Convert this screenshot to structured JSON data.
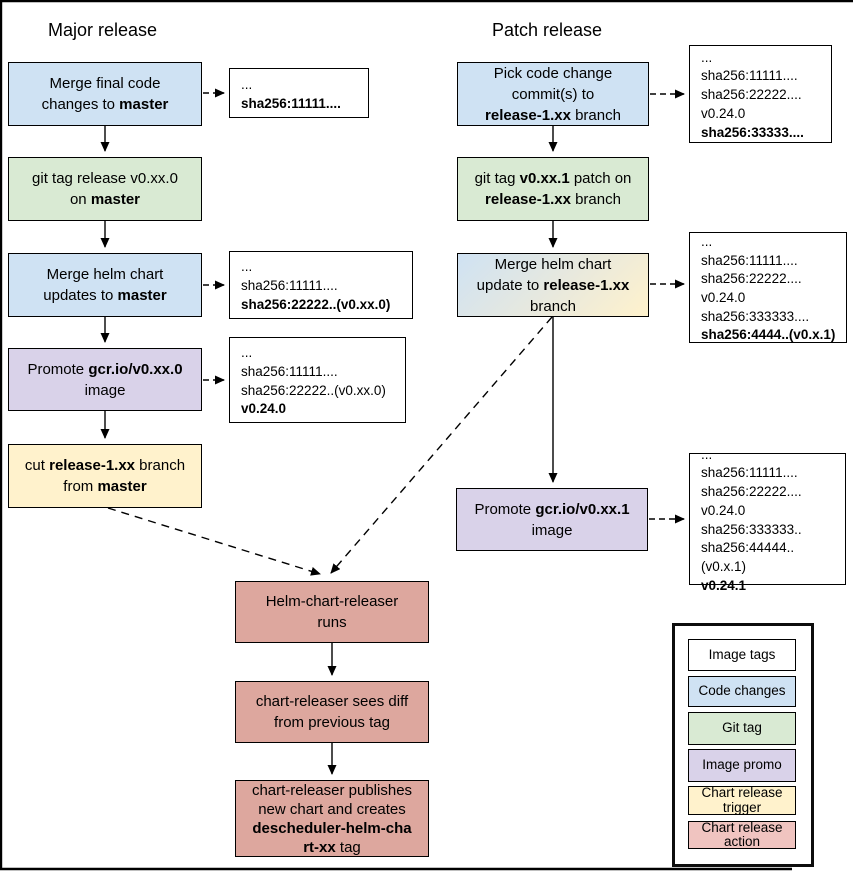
{
  "colors": {
    "blue": "#cfe2f3",
    "green": "#d9ead3",
    "purple": "#d9d2e9",
    "yellow": "#fff2cc",
    "salmon": "#dda79e",
    "pink": "#f0c4c0",
    "line": "#000000"
  },
  "titles": {
    "major": "Major release",
    "patch": "Patch release"
  },
  "major_flow": {
    "merge_code": [
      [
        "Merge final code\nchanges to ",
        0
      ],
      [
        "master",
        1
      ]
    ],
    "git_tag": [
      [
        "git tag release v0.xx.0\non ",
        0
      ],
      [
        "master",
        1
      ]
    ],
    "merge_helm": [
      [
        "Merge helm chart\nupdates to ",
        0
      ],
      [
        "master",
        1
      ]
    ],
    "promote": [
      [
        "Promote ",
        0
      ],
      [
        "gcr.io/v0.xx.0",
        1
      ],
      [
        "\nimage",
        0
      ]
    ],
    "cut_branch": [
      [
        "cut ",
        0
      ],
      [
        "release-1.xx",
        1
      ],
      [
        " branch\nfrom ",
        0
      ],
      [
        "master",
        1
      ]
    ]
  },
  "major_tags": {
    "after_code": [
      [
        "...",
        0
      ],
      [
        "sha256:11111....",
        1
      ]
    ],
    "after_helm": [
      [
        "...",
        0
      ],
      [
        "sha256:11111....",
        0
      ],
      [
        "sha256:22222..(v0.xx.0)",
        1
      ]
    ],
    "after_promote": [
      [
        "...",
        0
      ],
      [
        "sha256:11111....",
        0
      ],
      [
        "sha256:22222..(v0.xx.0)",
        0
      ],
      [
        "v0.24.0",
        1
      ]
    ]
  },
  "patch_flow": {
    "pick_commits": [
      [
        "Pick code change\ncommit(s) to\n",
        0
      ],
      [
        "release-1.xx",
        1
      ],
      [
        " branch",
        0
      ]
    ],
    "git_tag": [
      [
        "git tag ",
        0
      ],
      [
        "v0.xx.1",
        1
      ],
      [
        " patch on\n",
        0
      ],
      [
        "release-1.xx",
        1
      ],
      [
        " branch",
        0
      ]
    ],
    "merge_helm": [
      [
        "Merge helm chart\nupdate to ",
        0
      ],
      [
        "release-1.xx",
        1
      ],
      [
        "\nbranch",
        0
      ]
    ],
    "promote": [
      [
        "Promote ",
        0
      ],
      [
        "gcr.io/v0.xx.1",
        1
      ],
      [
        "\nimage",
        0
      ]
    ]
  },
  "patch_tags": {
    "after_pick": [
      [
        "...",
        0
      ],
      [
        "sha256:11111....",
        0
      ],
      [
        "sha256:22222....",
        0
      ],
      [
        "v0.24.0",
        0
      ],
      [
        "sha256:33333....",
        1
      ]
    ],
    "after_helm": [
      [
        "...",
        0
      ],
      [
        "sha256:11111....",
        0
      ],
      [
        "sha256:22222....",
        0
      ],
      [
        "v0.24.0",
        0
      ],
      [
        "sha256:333333....",
        0
      ],
      [
        "sha256:4444..(v0.x.1)",
        1
      ]
    ],
    "after_promote": [
      [
        "...",
        0
      ],
      [
        "sha256:11111....",
        0
      ],
      [
        "sha256:22222....",
        0
      ],
      [
        "v0.24.0",
        0
      ],
      [
        "sha256:333333..",
        0
      ],
      [
        "sha256:44444..(v0.x.1)",
        0
      ],
      [
        "v0.24.1",
        1
      ]
    ]
  },
  "chart_flow": {
    "runs": [
      [
        "Helm-chart-releaser\nruns",
        0
      ]
    ],
    "sees_diff": [
      [
        "chart-releaser sees diff\nfrom previous tag",
        0
      ]
    ],
    "publish": [
      [
        "chart-releaser publishes\nnew chart and creates\n",
        0
      ],
      [
        "descheduler-helm-cha\nrt-xx",
        1
      ],
      [
        " tag",
        0
      ]
    ]
  },
  "legend": {
    "items": [
      {
        "label": "Image tags",
        "swatch": "white"
      },
      {
        "label": "Code changes",
        "swatch": "blue"
      },
      {
        "label": "Git tag",
        "swatch": "green"
      },
      {
        "label": "Image promo",
        "swatch": "purple"
      },
      {
        "label": "Chart release trigger",
        "swatch": "yellow"
      },
      {
        "label": "Chart release action",
        "swatch": "pink"
      }
    ]
  }
}
